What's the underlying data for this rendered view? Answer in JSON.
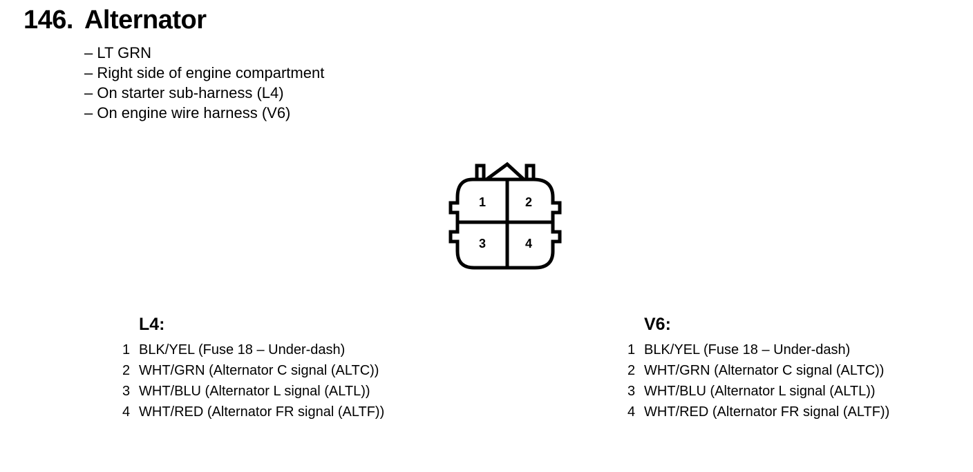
{
  "header": {
    "number": "146.",
    "title": "Alternator"
  },
  "details": [
    "– LT GRN",
    "– Right side of engine compartment",
    "– On starter sub-harness (L4)",
    "– On engine wire harness (V6)"
  ],
  "connector": {
    "cavities": [
      "1",
      "2",
      "3",
      "4"
    ]
  },
  "sections": [
    {
      "heading": "L4:",
      "pins": [
        {
          "num": "1",
          "desc": "BLK/YEL (Fuse 18 – Under-dash)"
        },
        {
          "num": "2",
          "desc": "WHT/GRN (Alternator C signal (ALTC))"
        },
        {
          "num": "3",
          "desc": "WHT/BLU (Alternator L signal (ALTL))"
        },
        {
          "num": "4",
          "desc": "WHT/RED (Alternator FR signal (ALTF))"
        }
      ]
    },
    {
      "heading": "V6:",
      "pins": [
        {
          "num": "1",
          "desc": "BLK/YEL (Fuse 18 – Under-dash)"
        },
        {
          "num": "2",
          "desc": "WHT/GRN (Alternator C signal (ALTC))"
        },
        {
          "num": "3",
          "desc": "WHT/BLU (Alternator L signal (ALTL))"
        },
        {
          "num": "4",
          "desc": "WHT/RED (Alternator FR signal (ALTF))"
        }
      ]
    }
  ]
}
